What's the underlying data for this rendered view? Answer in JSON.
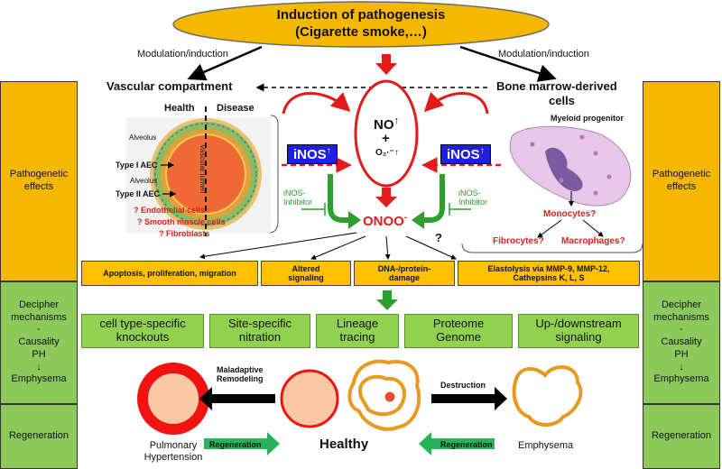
{
  "header": {
    "line1": "Induction of pathogenesis",
    "line2": "(Cigarette smoke,…)"
  },
  "modulation_left": "Modulation/induction",
  "modulation_right": "Modulation/induction",
  "vascular": "Vascular compartment",
  "bone_marrow_line1": "Bone marrow-derived",
  "bone_marrow_line2": "cells",
  "health": "Health",
  "disease": "Disease",
  "alveolus_top": "Alveolus",
  "alveolus_mid": "Alveolus",
  "type1": "Type I AEC",
  "type2": "Type II AEC",
  "lumen": "Vascular lumen",
  "cells": [
    "? Endothelial cells",
    "? Smooth muscle cells",
    "? Fibroblasts"
  ],
  "myeloid": "Myeloid progenitor",
  "monocytes": "Monocytes?",
  "fibrocytes": "Fibrocytes?",
  "macrophages": "Macrophages?",
  "no": "NO",
  "plus": "+",
  "o2": "O₂·⁻",
  "inos_left": "iNOS",
  "inos_right": "iNOS",
  "inhibitor_left": [
    "iNOS-",
    "Inhibitor"
  ],
  "inhibitor_right": [
    "iNOS-",
    "Inhibitor"
  ],
  "onoo": "ONOO",
  "onoo_sup": "-",
  "question": "?",
  "effects": [
    "Apoptosis, proliferation, migration",
    "Altered signaling",
    "DNA-/protein-damage",
    "Elastolysis via MMP-9, MMP-12, Cathepsins K, L, S"
  ],
  "methods": [
    "cell type-specific knockouts",
    "Site-specific nitration",
    "Lineage tracing",
    "Proteome Genome",
    "Up-/downstream signaling"
  ],
  "side_left": {
    "pathogenetic": "Pathogenetic effects",
    "decipher": "Decipher mechanisms",
    "dash": "-",
    "causality": "Causality",
    "ph": "PH",
    "emphysema": "Emphysema",
    "regeneration": "Regeneration"
  },
  "side_right": {
    "pathogenetic": "Pathogenetic effects",
    "decipher": "Decipher mechanisms",
    "dash": "-",
    "causality": "Causality",
    "ph": "PH",
    "emphysema": "Emphysema",
    "regeneration": "Regeneration"
  },
  "maladaptive": [
    "Maladaptive",
    "Remodeling"
  ],
  "destruction": "Destruction",
  "regeneration_left": "Regeneration",
  "regeneration_right": "Regeneration",
  "pulmonary": [
    "Pulmonary",
    "Hypertension"
  ],
  "healthy": "Healthy",
  "emphysema": "Emphysema",
  "colors": {
    "side_orange": "#f5b800",
    "side_green": "#8cc85a",
    "effect_box": "#ffc000",
    "method_box": "#92d050",
    "arrow_red": "#e31b1b",
    "arrow_green": "#2e9e2e",
    "inos": "#1f1fe0",
    "header": "#f5b800"
  }
}
